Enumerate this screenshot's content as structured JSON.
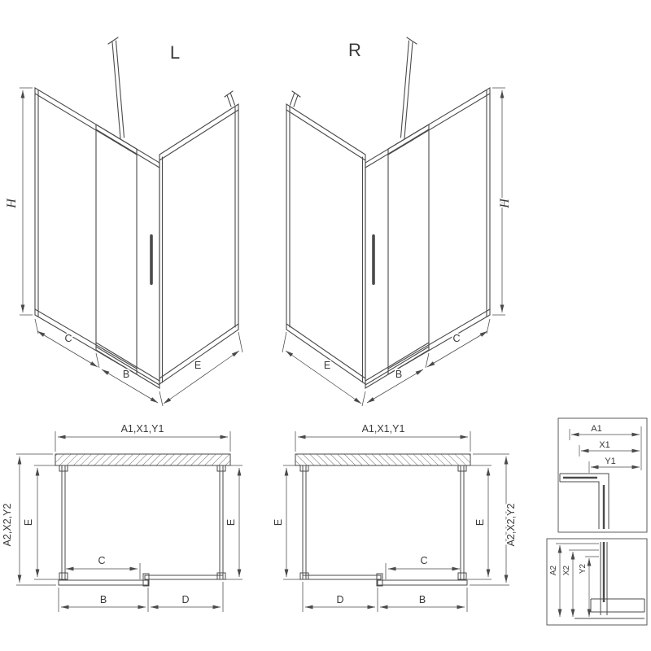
{
  "sheet": {
    "kind": "shower-enclosure-technical-drawing",
    "colors": {
      "line": "#4a4a4a",
      "text": "#3a3a3a",
      "background": "#ffffff"
    }
  },
  "iso_left": {
    "variant": "L",
    "dim_h": "H",
    "dim_c": "C",
    "dim_b": "B",
    "dim_e": "E"
  },
  "iso_right": {
    "variant": "R",
    "dim_h": "H",
    "dim_c": "C",
    "dim_b": "B",
    "dim_e": "E"
  },
  "plan_left": {
    "dim_width": "A1,X1,Y1",
    "dim_depth_total": "A2,X2,Y2",
    "dim_left": "E",
    "dim_right": "E",
    "dim_c": "C",
    "dim_b": "B",
    "dim_d": "D"
  },
  "plan_right": {
    "dim_width": "A1,X1,Y1",
    "dim_depth_total": "A2,X2,Y2",
    "dim_left": "E",
    "dim_right": "E",
    "dim_c": "C",
    "dim_d": "D",
    "dim_b": "B"
  },
  "detail_top": {
    "a1": "A1",
    "x1": "X1",
    "y1": "Y1"
  },
  "detail_bottom": {
    "a2": "A2",
    "x2": "X2",
    "y2": "Y2"
  }
}
